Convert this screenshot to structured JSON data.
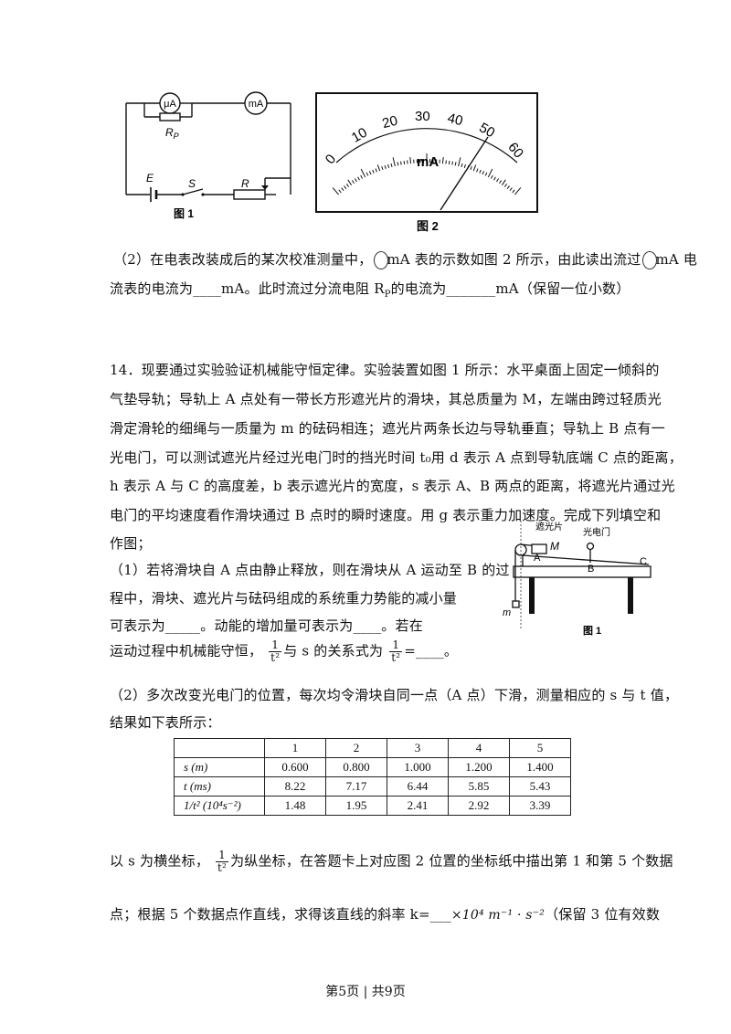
{
  "fig1": {
    "ua": "μA",
    "ma": "mA",
    "rp": "R",
    "rp_sub": "P",
    "e": "E",
    "s": "S",
    "r": "R",
    "caption": "图 1"
  },
  "fig2": {
    "ticks": [
      "0",
      "10",
      "20",
      "30",
      "40",
      "50",
      "60"
    ],
    "unit": "mA",
    "caption": "图 2"
  },
  "q13_2": {
    "line1_a": "（2）在电表改装成后的某次校准测量中，",
    "line1_b": "mA 表的示数如图 2 所示，由此读出流过",
    "line1_c": "mA 电",
    "line2": "流表的电流为____mA。此时流过分流电阻 R",
    "line2_sub": "P",
    "line2_b": "的电流为_______mA（保留一位小数）"
  },
  "q14": {
    "l1": "14．现要通过实验验证机械能守恒定律。实验装置如图 1 所示：水平桌面上固定一倾斜的",
    "l2": "气垫导轨；导轨上 A 点处有一带长方形遮光片的滑块，其总质量为 M，左端由跨过轻质光",
    "l3": "滑定滑轮的细绳与一质量为 m 的砝码相连；遮光片两条长边与导轨垂直；导轨上 B 点有一",
    "l4": "光电门，可以测试遮光片经过光电门时的挡光时间 t₀用 d 表示 A 点到导轨底端 C 点的距离，",
    "l5": "h 表示 A 与 C 的高度差，b 表示遮光片的宽度，s 表示 A、B 两点的距离，将遮光片通过光",
    "l6": "电门的平均速度看作滑块通过 B 点时的瞬时速度。用 g 表示重力加速度。完成下列填空和",
    "l7": "作图；",
    "p1_l1": "（1）若将滑块自 A 点由静止释放，则在滑块从 A 运动至 B 的过",
    "p1_l2": "程中，滑块、遮光片与砝码组成的系统重力势能的减小量",
    "p1_l3": "可表示为_____。动能的增加量可表示为____。若在",
    "p1_l4a": "运动过程中机械能守恒，",
    "p1_l4b": "与 s 的关系式为",
    "p1_l4c": "=____。",
    "frac_num": "1",
    "frac_den": "t²",
    "p2_l1": "（2）多次改变光电门的位置，每次均令滑块自同一点（A 点）下滑，测量相应的 s 与 t 值，",
    "p2_l2": "结果如下表所示：",
    "p3_l1a": "以 s 为横坐标，",
    "p3_l1b": "为纵坐标，在答题卡上对应图 2 位置的坐标纸中描出第 1 和第 5 个数据",
    "p3_l2a": "点；根据 5 个数据点作直线，求得该直线的斜率 k=",
    "p3_l2b": "___",
    "p3_l2c": "×10⁴ m⁻¹ · s⁻²",
    "p3_l2d": "（保留 3 位有效数"
  },
  "fig_apparatus": {
    "shade": "遮光片",
    "gate": "光电门",
    "m_big": "M",
    "a": "A",
    "b": "B",
    "c": "C",
    "m_small": "m",
    "caption": "图 1"
  },
  "table": {
    "header": [
      "",
      "1",
      "2",
      "3",
      "4",
      "5"
    ],
    "rows": [
      [
        "s (m)",
        "0.600",
        "0.800",
        "1.000",
        "1.200",
        "1.400"
      ],
      [
        "t (ms)",
        "8.22",
        "7.17",
        "6.44",
        "5.85",
        "5.43"
      ],
      [
        "1/t² (10⁴s⁻²)",
        "1.48",
        "1.95",
        "2.41",
        "2.92",
        "3.39"
      ]
    ]
  },
  "footer": "第5页 | 共9页"
}
